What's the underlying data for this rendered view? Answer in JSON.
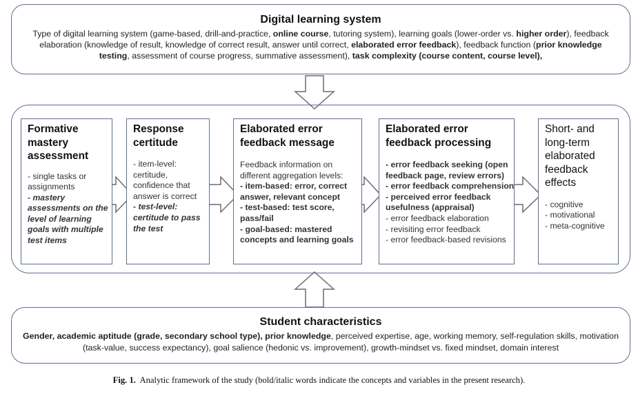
{
  "digital": {
    "title": "Digital learning system",
    "line1": [
      {
        "t": "Type of digital learning system (game-based, drill-and-practice, ",
        "s": "n"
      },
      {
        "t": "online course",
        "s": "b"
      },
      {
        "t": ", tutoring system), learning goals (lower-order vs. ",
        "s": "n"
      },
      {
        "t": "higher order",
        "s": "b"
      },
      {
        "t": "), feedback",
        "s": "n"
      }
    ],
    "line2": [
      {
        "t": "elaboration (knowledge of result, knowledge of correct result, answer until correct, ",
        "s": "n"
      },
      {
        "t": "elaborated error feedback",
        "s": "b"
      },
      {
        "t": "), feedback function (",
        "s": "n"
      },
      {
        "t": "prior knowledge",
        "s": "b"
      }
    ],
    "line3": [
      {
        "t": "testing",
        "s": "b"
      },
      {
        "t": ", assessment of course progress, summative assessment), ",
        "s": "n"
      },
      {
        "t": "task complexity (course content, course level),",
        "s": "b"
      }
    ]
  },
  "stages": [
    {
      "id": "formative",
      "heading": [
        "Formative",
        "mastery",
        "assessment"
      ],
      "items": [
        {
          "t": "- single tasks or",
          "s": "n"
        },
        {
          "t": "assignments",
          "s": "n"
        },
        {
          "t": "- mastery",
          "s": "bi"
        },
        {
          "t": "assessments on the",
          "s": "bi"
        },
        {
          "t": "level of learning",
          "s": "bi"
        },
        {
          "t": "goals with multiple",
          "s": "bi"
        },
        {
          "t": "test items",
          "s": "bi"
        }
      ]
    },
    {
      "id": "response",
      "heading": [
        "Response",
        "certitude"
      ],
      "items": [
        {
          "t": "- item-level:",
          "s": "n"
        },
        {
          "t": "certitude,",
          "s": "n"
        },
        {
          "t": "confidence that",
          "s": "n"
        },
        {
          "t": "answer is correct",
          "s": "n"
        },
        {
          "t": "- test-level:",
          "s": "bi"
        },
        {
          "t": "certitude to pass",
          "s": "bi"
        },
        {
          "t": "the test",
          "s": "bi"
        }
      ]
    },
    {
      "id": "message",
      "heading": [
        "Elaborated error",
        "feedback message"
      ],
      "items": [
        {
          "t": "Feedback information on",
          "s": "n"
        },
        {
          "t": "different aggregation levels:",
          "s": "n"
        },
        {
          "t": "- item-based: error, correct",
          "s": "b"
        },
        {
          "t": "answer, relevant concept",
          "s": "b"
        },
        {
          "t": "- test-based: test score,",
          "s": "b"
        },
        {
          "t": "pass/fail",
          "s": "b"
        },
        {
          "t": "- goal-based: mastered",
          "s": "b"
        },
        {
          "t": "concepts and learning goals",
          "s": "b"
        }
      ]
    },
    {
      "id": "processing",
      "heading": [
        "Elaborated error",
        "feedback processing"
      ],
      "items": [
        {
          "t": "- error feedback seeking (open",
          "s": "b"
        },
        {
          "t": "feedback page, review errors)",
          "s": "b"
        },
        {
          "t": "- error feedback comprehension",
          "s": "b"
        },
        {
          "t": "- perceived error feedback",
          "s": "b"
        },
        {
          "t": "usefulness (appraisal)",
          "s": "b"
        },
        {
          "t": "- error feedback elaboration",
          "s": "n"
        },
        {
          "t": "- revisiting error feedback",
          "s": "n"
        },
        {
          "t": "- error feedback-based revisions",
          "s": "n"
        }
      ]
    },
    {
      "id": "effects",
      "heading": [
        "Short- and",
        "long-term",
        "elaborated",
        "feedback",
        "effects"
      ],
      "items": [
        {
          "t": "- cognitive",
          "s": "n"
        },
        {
          "t": "- motivational",
          "s": "n"
        },
        {
          "t": "- meta-cognitive",
          "s": "n"
        }
      ]
    }
  ],
  "student": {
    "title": "Student characteristics",
    "line1": [
      {
        "t": "Gender, academic aptitude (grade, secondary school type), prior knowledge",
        "s": "b"
      },
      {
        "t": ", perceived expertise, age, working memory, self-regulation skills, motivation",
        "s": "n"
      }
    ],
    "line2": [
      {
        "t": "(task-value, success expectancy), goal salience (hedonic vs. improvement), growth-mindset vs. fixed mindset, domain interest",
        "s": "n"
      }
    ]
  },
  "caption": {
    "label": "Fig. 1.",
    "text": "  Analytic framework of the study (bold/italic words indicate the concepts and variables in the present research)."
  }
}
